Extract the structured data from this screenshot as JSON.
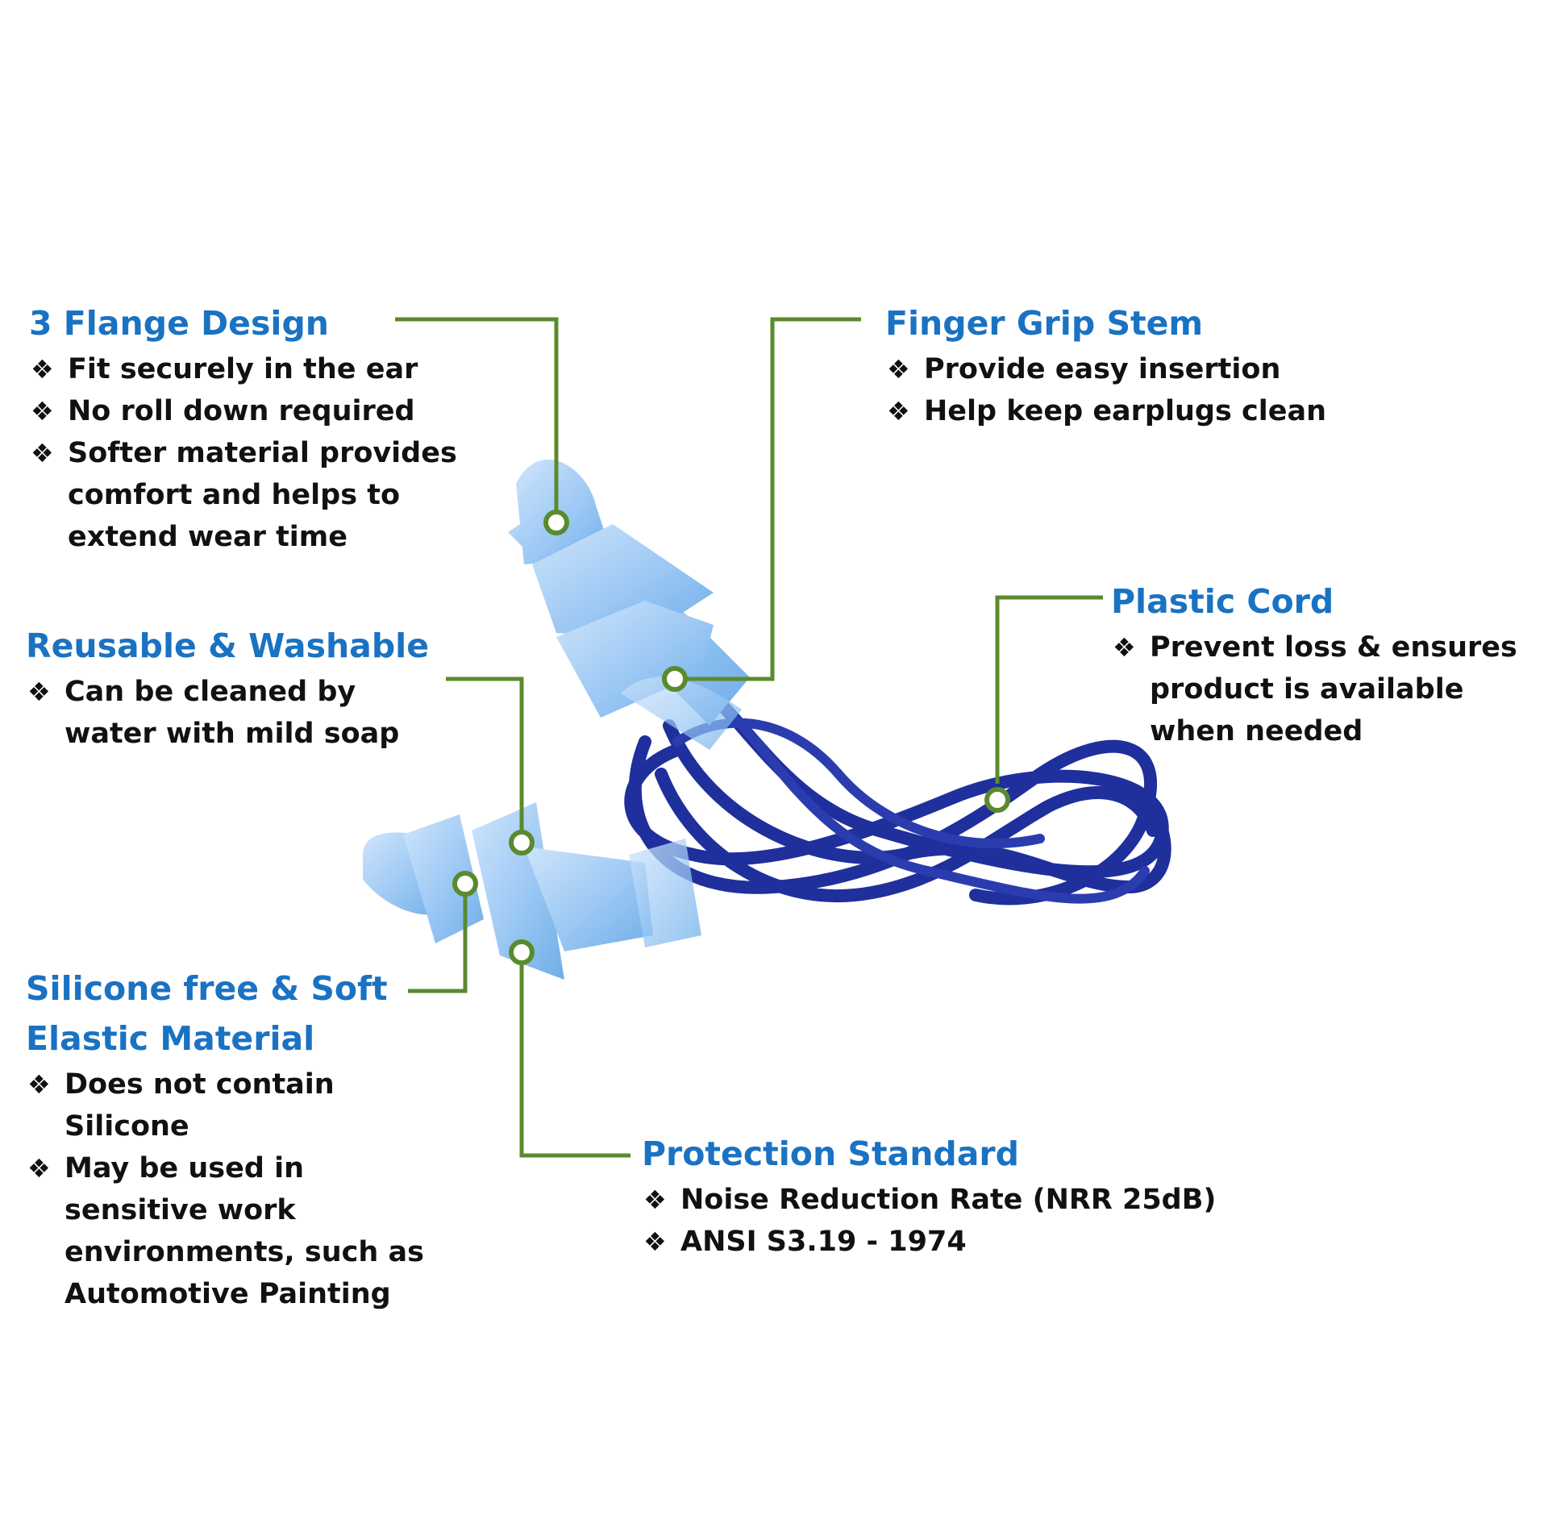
{
  "colors": {
    "heading": "#1a72c2",
    "text": "#111111",
    "connector": "#5a8a2e",
    "earplug": "#9cc8f4",
    "cord": "#1f2f9c"
  },
  "bullet_icon": "four-diamond-bullet-icon",
  "features": {
    "flange": {
      "heading": "3 Flange Design",
      "bullets": [
        "Fit securely in the ear",
        "No roll down required",
        "Softer material provides comfort and helps to extend wear time"
      ]
    },
    "stem": {
      "heading": "Finger Grip Stem",
      "bullets": [
        "Provide easy insertion",
        "Help keep earplugs clean"
      ]
    },
    "cord": {
      "heading": "Plastic Cord",
      "bullets": [
        "Prevent loss & ensures product is available when needed"
      ]
    },
    "reusable": {
      "heading": "Reusable & Washable",
      "bullets": [
        "Can be cleaned by water with mild soap"
      ]
    },
    "silicone": {
      "heading": "Silicone free & Soft Elastic Material",
      "bullets": [
        "Does not contain Silicone",
        "May be used in sensitive work environments, such as Automotive Painting"
      ]
    },
    "standard": {
      "heading": "Protection Standard",
      "bullets": [
        "Noise Reduction Rate (NRR 25dB)",
        "ANSI S3.19 - 1974"
      ]
    }
  }
}
